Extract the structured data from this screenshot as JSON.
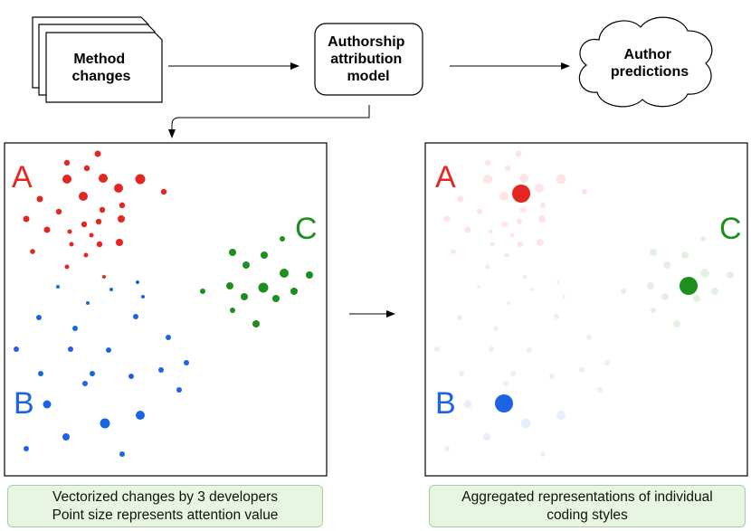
{
  "nodes": {
    "method_changes": [
      "Method",
      "changes"
    ],
    "model": [
      "Authorship",
      "attribution",
      "model"
    ],
    "predictions": [
      "Author",
      "predictions"
    ]
  },
  "clusters": {
    "a": {
      "label": "A",
      "color": "#e3261f"
    },
    "b": {
      "label": "B",
      "color": "#1d63e6"
    },
    "c": {
      "label": "C",
      "color": "#1c8f1c"
    }
  },
  "captions": {
    "left": [
      "Vectorized changes by 3 developers",
      "Point size represents attention value"
    ],
    "right": [
      "Aggregated representations of individual",
      "coding styles"
    ]
  }
}
